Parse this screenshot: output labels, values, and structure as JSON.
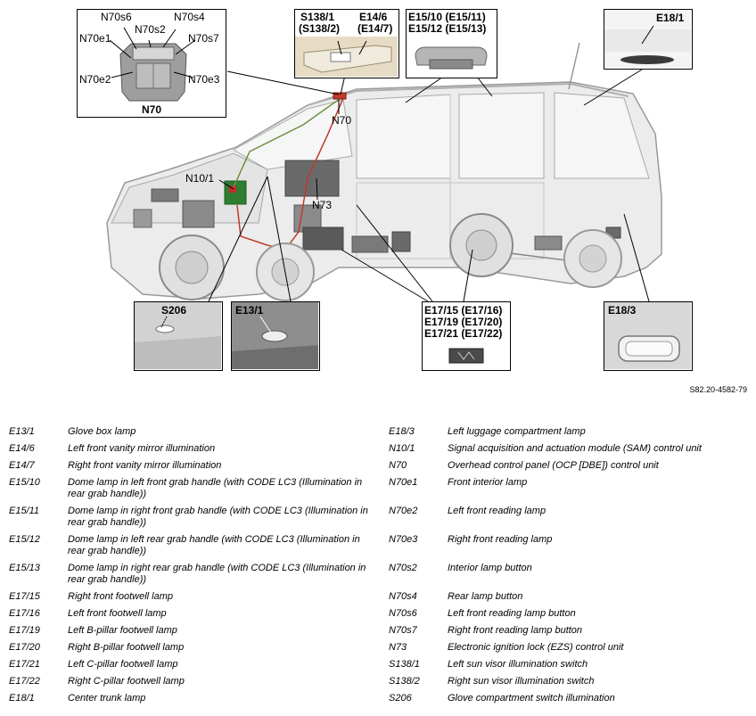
{
  "reference": "S82.20-4582-79",
  "labels": {
    "n70s6": "N70s6",
    "n70s4": "N70s4",
    "n70s2": "N70s2",
    "n70e1": "N70e1",
    "n70s7": "N70s7",
    "n70e2": "N70e2",
    "n70e3": "N70e3",
    "n70": "N70",
    "n70_car": "N70",
    "s138": "S138/1",
    "s138b": "(S138/2)",
    "e146": "E14/6",
    "e147": "(E14/7)",
    "e1510": "E15/10 (E15/11)",
    "e1512": "E15/12 (E15/13)",
    "e181": "E18/1",
    "n101": "N10/1",
    "n73": "N73",
    "s206": "S206",
    "e131": "E13/1",
    "e1715": "E17/15 (E17/16)",
    "e1719": "E17/19 (E17/20)",
    "e1721": "E17/21 (E17/22)",
    "e183": "E18/3"
  },
  "legend_left": [
    {
      "code": "E13/1",
      "desc": "Glove box lamp"
    },
    {
      "code": "E14/6",
      "desc": "Left front vanity mirror illumination"
    },
    {
      "code": "E14/7",
      "desc": "Right front vanity mirror illumination"
    },
    {
      "code": "E15/10",
      "desc": "Dome lamp in left front grab handle (with CODE LC3 (Illumination in rear grab handle))"
    },
    {
      "code": "E15/11",
      "desc": "Dome lamp in right front grab handle (with CODE LC3 (Illumination in rear grab handle))"
    },
    {
      "code": "E15/12",
      "desc": "Dome lamp in left rear grab handle (with CODE LC3 (Illumination in rear grab handle))"
    },
    {
      "code": "E15/13",
      "desc": "Dome lamp in right rear grab handle (with CODE LC3 (Illumination in rear grab handle))"
    },
    {
      "code": "E17/15",
      "desc": "Right front footwell lamp"
    },
    {
      "code": "E17/16",
      "desc": "Left front footwell lamp"
    },
    {
      "code": "E17/19",
      "desc": "Left B-pillar footwell lamp"
    },
    {
      "code": "E17/20",
      "desc": "Right B-pillar footwell lamp"
    },
    {
      "code": "E17/21",
      "desc": "Left C-pillar footwell lamp"
    },
    {
      "code": "E17/22",
      "desc": "Right C-pillar footwell lamp"
    },
    {
      "code": "E18/1",
      "desc": "Center trunk lamp"
    }
  ],
  "legend_right": [
    {
      "code": "E18/3",
      "desc": "Left luggage compartment lamp"
    },
    {
      "code": "N10/1",
      "desc": "Signal acquisition and actuation module (SAM) control unit"
    },
    {
      "code": "N70",
      "desc": "Overhead control panel (OCP [DBE]) control unit"
    },
    {
      "code": "N70e1",
      "desc": "Front interior lamp"
    },
    {
      "code": "N70e2",
      "desc": "Left front reading lamp"
    },
    {
      "code": "N70e3",
      "desc": "Right front reading lamp"
    },
    {
      "code": "N70s2",
      "desc": "Interior lamp button"
    },
    {
      "code": "N70s4",
      "desc": "Rear lamp button"
    },
    {
      "code": "N70s6",
      "desc": "Left front reading lamp button"
    },
    {
      "code": "N70s7",
      "desc": "Right front reading lamp button"
    },
    {
      "code": "N73",
      "desc": "Electronic ignition lock (EZS) control unit"
    },
    {
      "code": "S138/1",
      "desc": "Left sun visor illumination switch"
    },
    {
      "code": "S138/2",
      "desc": "Right sun visor illumination switch"
    },
    {
      "code": "S206",
      "desc": "Glove compartment switch illumination"
    }
  ]
}
